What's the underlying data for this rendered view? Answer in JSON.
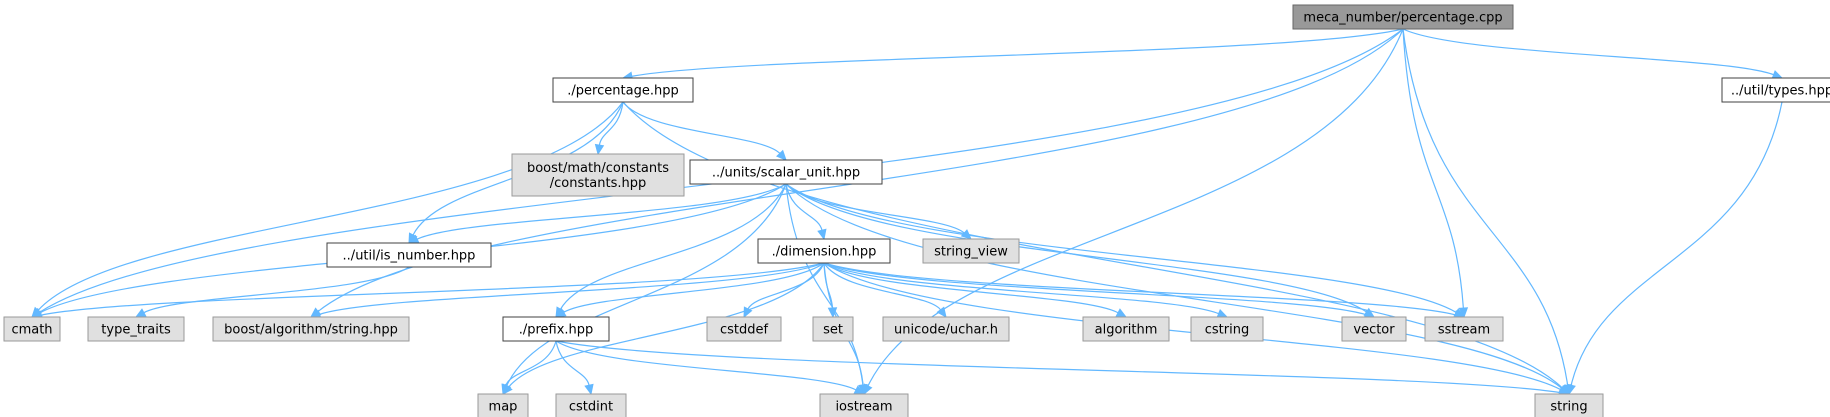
{
  "colors": {
    "edge": "#63b8ff",
    "root_fill": "#999999",
    "root_border": "#666666",
    "local_fill": "#ffffff",
    "local_border": "#404040",
    "external_fill": "#e0e0e0",
    "external_border": "#999999"
  },
  "nodes": [
    {
      "id": "root",
      "kind": "root",
      "lines": [
        "meca_number/percentage.cpp"
      ]
    },
    {
      "id": "percentage_hpp",
      "kind": "local",
      "lines": [
        "./percentage.hpp"
      ]
    },
    {
      "id": "util_types",
      "kind": "local",
      "lines": [
        "../util/types.hpp"
      ]
    },
    {
      "id": "boost_constants",
      "kind": "external",
      "lines": [
        "boost/math/constants",
        "/constants.hpp"
      ]
    },
    {
      "id": "scalar_unit",
      "kind": "local",
      "lines": [
        "../units/scalar_unit.hpp"
      ]
    },
    {
      "id": "is_number",
      "kind": "local",
      "lines": [
        "../util/is_number.hpp"
      ]
    },
    {
      "id": "dimension",
      "kind": "local",
      "lines": [
        "./dimension.hpp"
      ]
    },
    {
      "id": "string_view",
      "kind": "external",
      "lines": [
        "string_view"
      ]
    },
    {
      "id": "cmath",
      "kind": "external",
      "lines": [
        "cmath"
      ]
    },
    {
      "id": "type_traits",
      "kind": "external",
      "lines": [
        "type_traits"
      ]
    },
    {
      "id": "boost_string",
      "kind": "external",
      "lines": [
        "boost/algorithm/string.hpp"
      ]
    },
    {
      "id": "prefix",
      "kind": "local",
      "lines": [
        "./prefix.hpp"
      ]
    },
    {
      "id": "cstddef",
      "kind": "external",
      "lines": [
        "cstddef"
      ]
    },
    {
      "id": "set",
      "kind": "external",
      "lines": [
        "set"
      ]
    },
    {
      "id": "uchar",
      "kind": "external",
      "lines": [
        "unicode/uchar.h"
      ]
    },
    {
      "id": "algorithm",
      "kind": "external",
      "lines": [
        "algorithm"
      ]
    },
    {
      "id": "cstring",
      "kind": "external",
      "lines": [
        "cstring"
      ]
    },
    {
      "id": "vector",
      "kind": "external",
      "lines": [
        "vector"
      ]
    },
    {
      "id": "sstream",
      "kind": "external",
      "lines": [
        "sstream"
      ]
    },
    {
      "id": "map",
      "kind": "external",
      "lines": [
        "map"
      ]
    },
    {
      "id": "cstdint",
      "kind": "external",
      "lines": [
        "cstdint"
      ]
    },
    {
      "id": "iostream",
      "kind": "external",
      "lines": [
        "iostream"
      ]
    },
    {
      "id": "string",
      "kind": "external",
      "lines": [
        "string"
      ]
    }
  ],
  "edges": [
    {
      "from": "root",
      "to": "percentage_hpp"
    },
    {
      "from": "root",
      "to": "cmath"
    },
    {
      "from": "root",
      "to": "boost_string"
    },
    {
      "from": "root",
      "to": "sstream"
    },
    {
      "from": "root",
      "to": "iostream"
    },
    {
      "from": "root",
      "to": "string"
    },
    {
      "from": "root",
      "to": "util_types"
    },
    {
      "from": "percentage_hpp",
      "to": "boost_constants"
    },
    {
      "from": "percentage_hpp",
      "to": "scalar_unit"
    },
    {
      "from": "percentage_hpp",
      "to": "cmath"
    },
    {
      "from": "percentage_hpp",
      "to": "is_number"
    },
    {
      "from": "percentage_hpp",
      "to": "string"
    },
    {
      "from": "util_types",
      "to": "string"
    },
    {
      "from": "scalar_unit",
      "to": "is_number"
    },
    {
      "from": "scalar_unit",
      "to": "cmath"
    },
    {
      "from": "scalar_unit",
      "to": "dimension"
    },
    {
      "from": "scalar_unit",
      "to": "string_view"
    },
    {
      "from": "scalar_unit",
      "to": "prefix"
    },
    {
      "from": "scalar_unit",
      "to": "map"
    },
    {
      "from": "scalar_unit",
      "to": "iostream"
    },
    {
      "from": "scalar_unit",
      "to": "vector"
    },
    {
      "from": "scalar_unit",
      "to": "sstream"
    },
    {
      "from": "scalar_unit",
      "to": "string"
    },
    {
      "from": "is_number",
      "to": "type_traits"
    },
    {
      "from": "dimension",
      "to": "cmath"
    },
    {
      "from": "dimension",
      "to": "boost_string"
    },
    {
      "from": "dimension",
      "to": "prefix"
    },
    {
      "from": "dimension",
      "to": "cstddef"
    },
    {
      "from": "dimension",
      "to": "set"
    },
    {
      "from": "dimension",
      "to": "uchar"
    },
    {
      "from": "dimension",
      "to": "algorithm"
    },
    {
      "from": "dimension",
      "to": "cstring"
    },
    {
      "from": "dimension",
      "to": "vector"
    },
    {
      "from": "dimension",
      "to": "sstream"
    },
    {
      "from": "dimension",
      "to": "string"
    },
    {
      "from": "dimension",
      "to": "map"
    },
    {
      "from": "dimension",
      "to": "iostream"
    },
    {
      "from": "prefix",
      "to": "map"
    },
    {
      "from": "prefix",
      "to": "cstdint"
    },
    {
      "from": "prefix",
      "to": "iostream"
    },
    {
      "from": "prefix",
      "to": "string"
    }
  ]
}
